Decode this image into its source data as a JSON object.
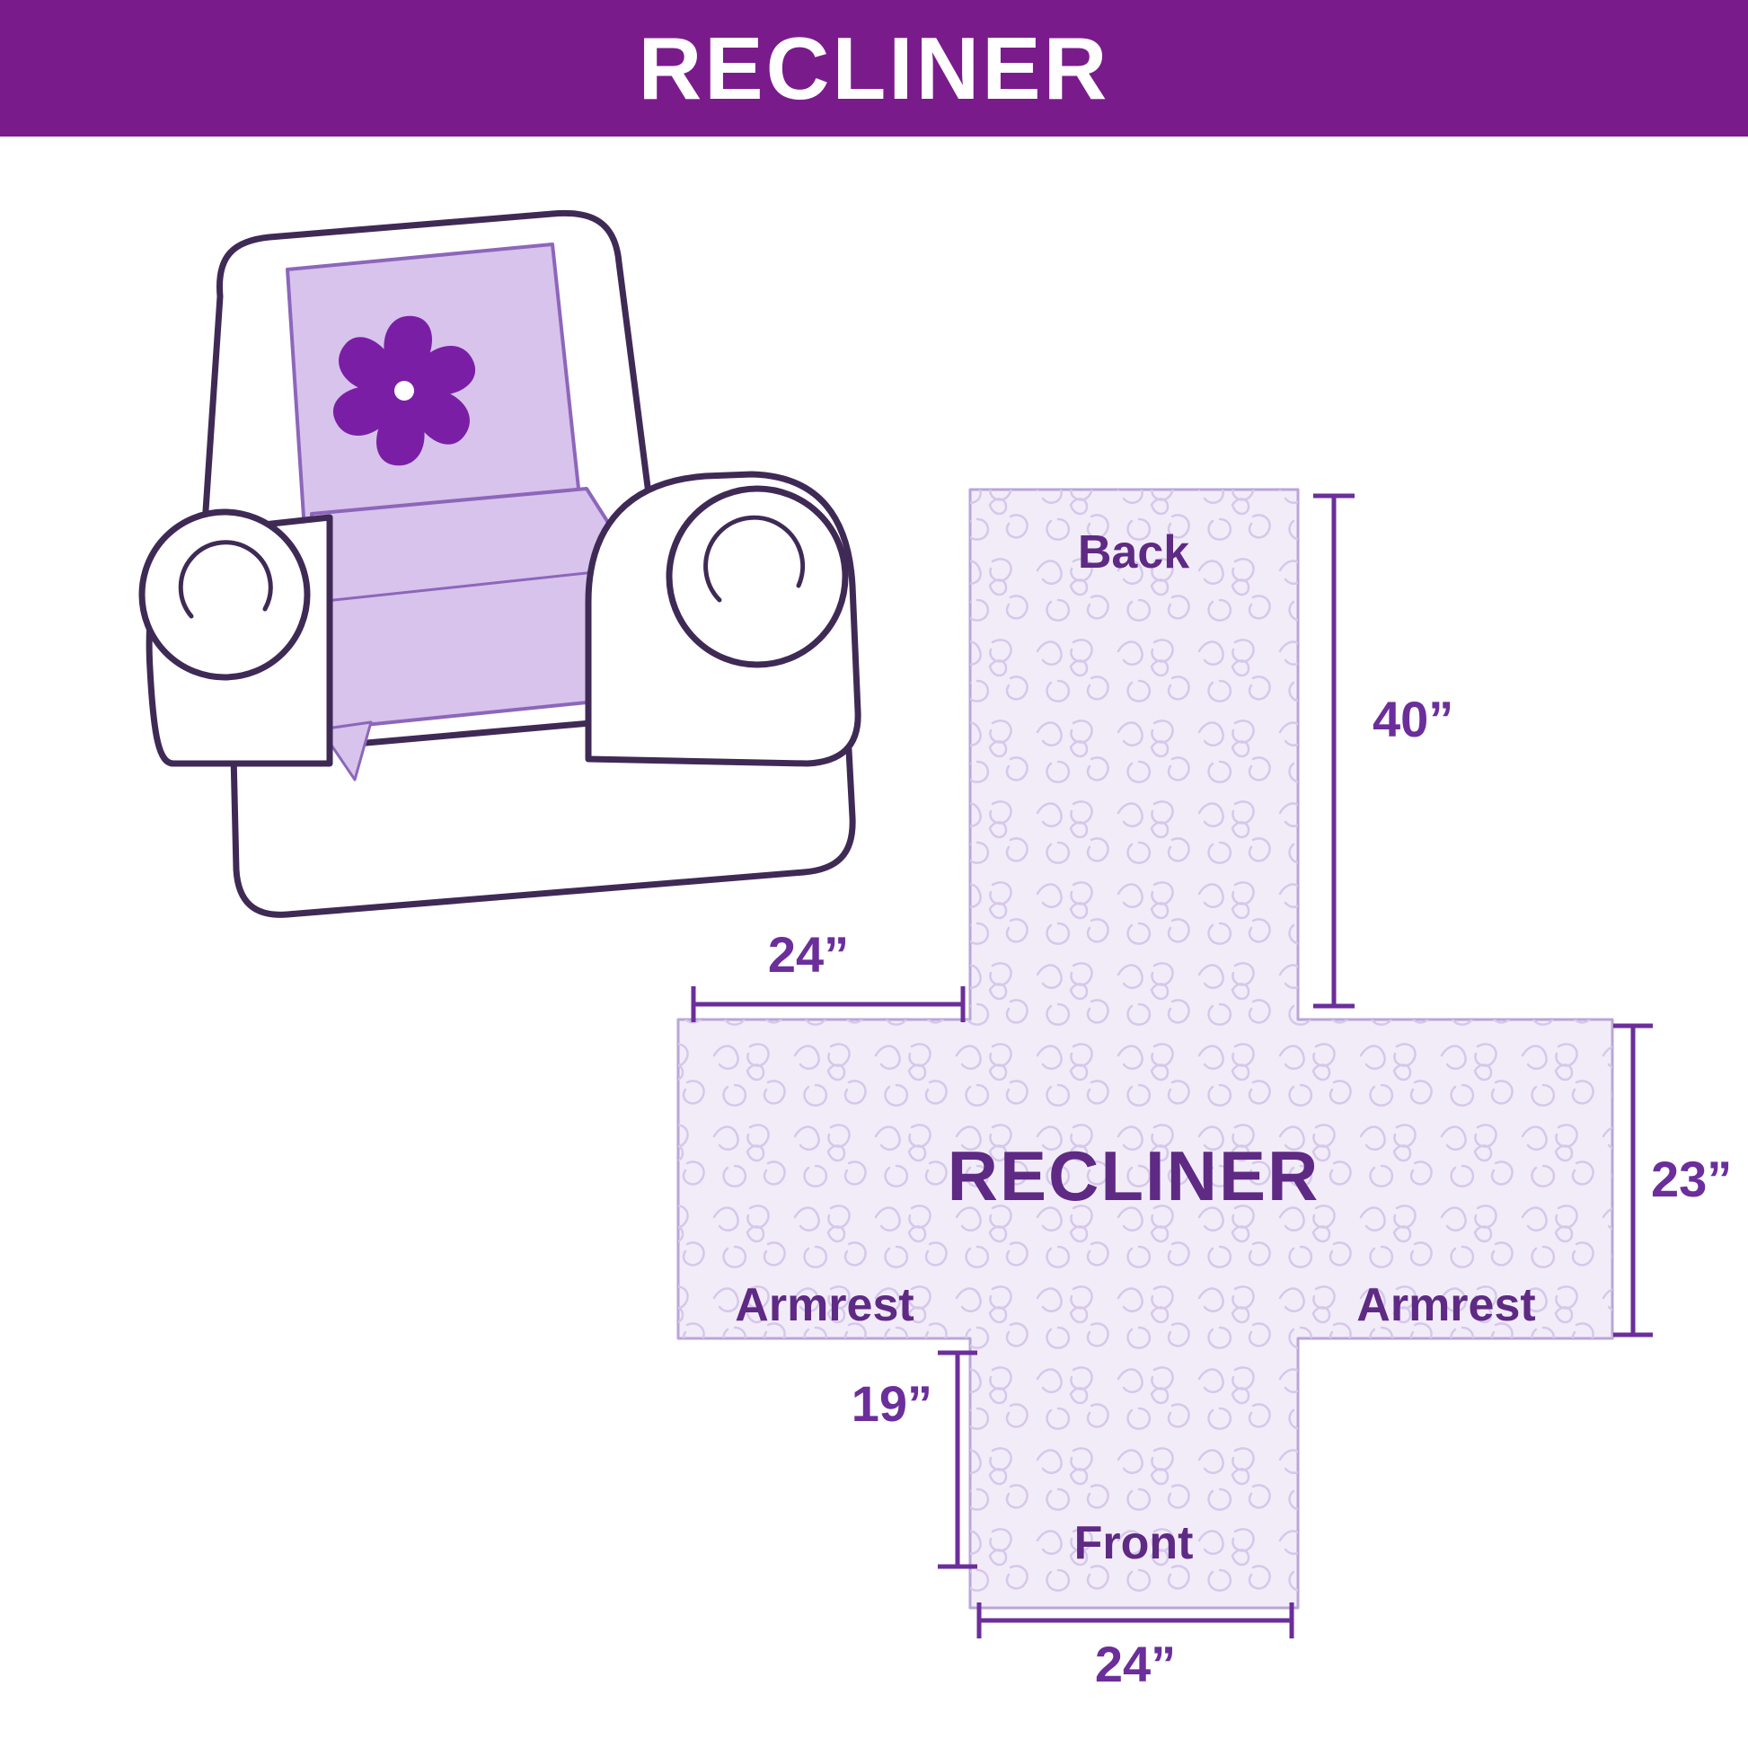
{
  "header": {
    "title": "RECLINER",
    "background": "#7a1b8c",
    "text_color": "#ffffff"
  },
  "chair": {
    "description": "armchair with quilted slipcover draped over back and seat",
    "cover_color": "#d7c3ec",
    "cover_edge_color": "#8d66bb",
    "outline_color": "#3f2a56",
    "logo_color": "#7a1fa5",
    "logo": "pinwheel"
  },
  "diagram": {
    "center_label": "RECLINER",
    "labels": {
      "back": "Back",
      "front": "Front",
      "armrest_left": "Armrest",
      "armrest_right": "Armrest"
    },
    "dimensions": {
      "back_height": "40”",
      "armrest_top_width": "24”",
      "armrest_height": "23”",
      "front_height": "19”",
      "front_width": "24”"
    },
    "colors": {
      "fill": "#f2ecf9",
      "outline": "#b9a6d8",
      "pattern": "#d6c8ea",
      "dimension": "#6b2e9b",
      "label": "#5e2a84"
    }
  }
}
